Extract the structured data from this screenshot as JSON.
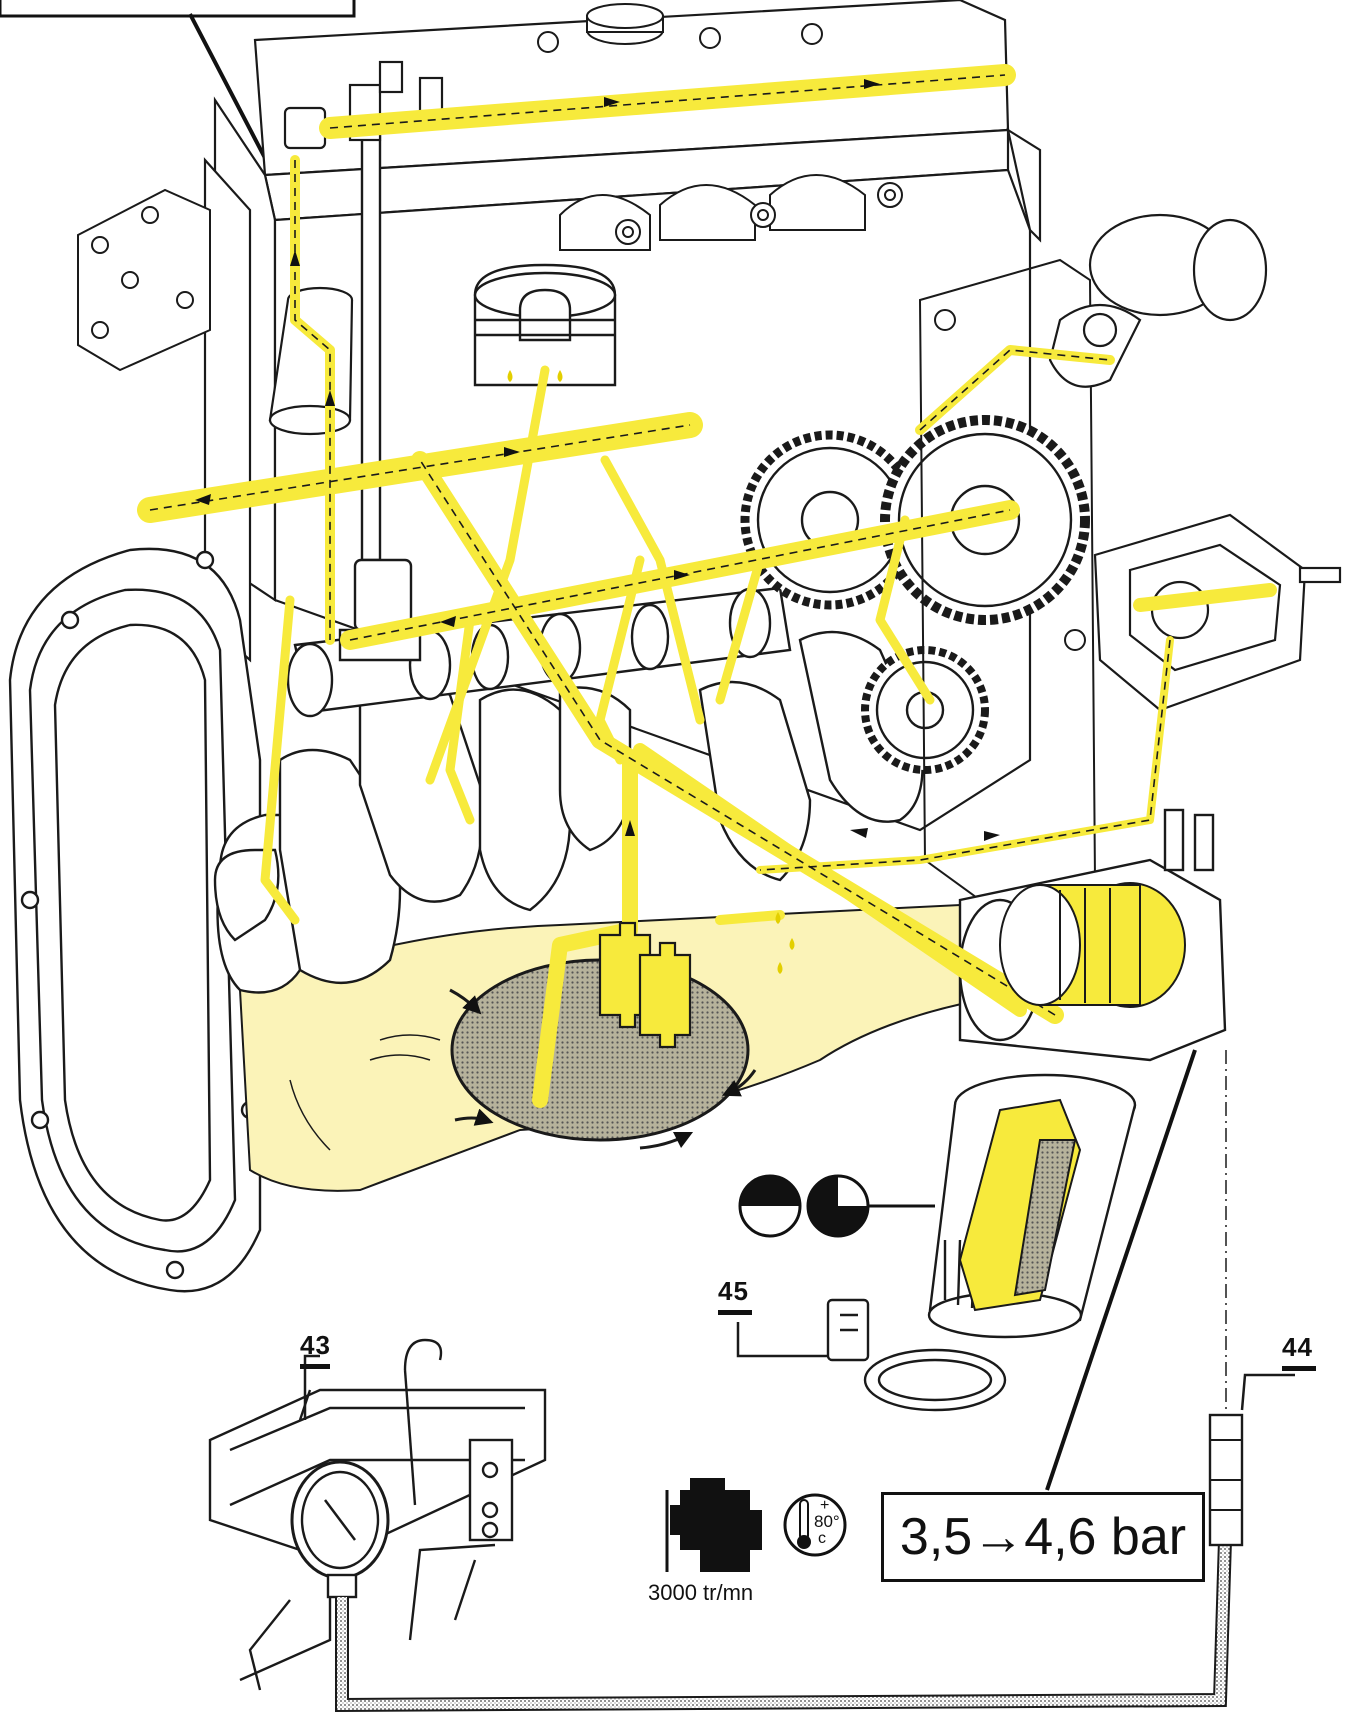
{
  "callouts": {
    "tool_43": "43",
    "tool_44": "44",
    "tool_45": "45"
  },
  "spec": {
    "pressure": "3,5→4,6 bar",
    "rpm": "3000 tr/mn",
    "temp_plus": "+",
    "temp_value": "80°",
    "temp_unit": "c"
  },
  "colors": {
    "oil_flow": "#f7ea3c",
    "oil_flow_dark": "#e3cf00",
    "line": "#1a1a1a",
    "sump": "#fbf3b8",
    "screen": "#9a9a8a"
  },
  "icons": {
    "engine": "engine-icon",
    "thermometer": "thermometer-icon",
    "indicator_half": "half-disc-icon"
  }
}
